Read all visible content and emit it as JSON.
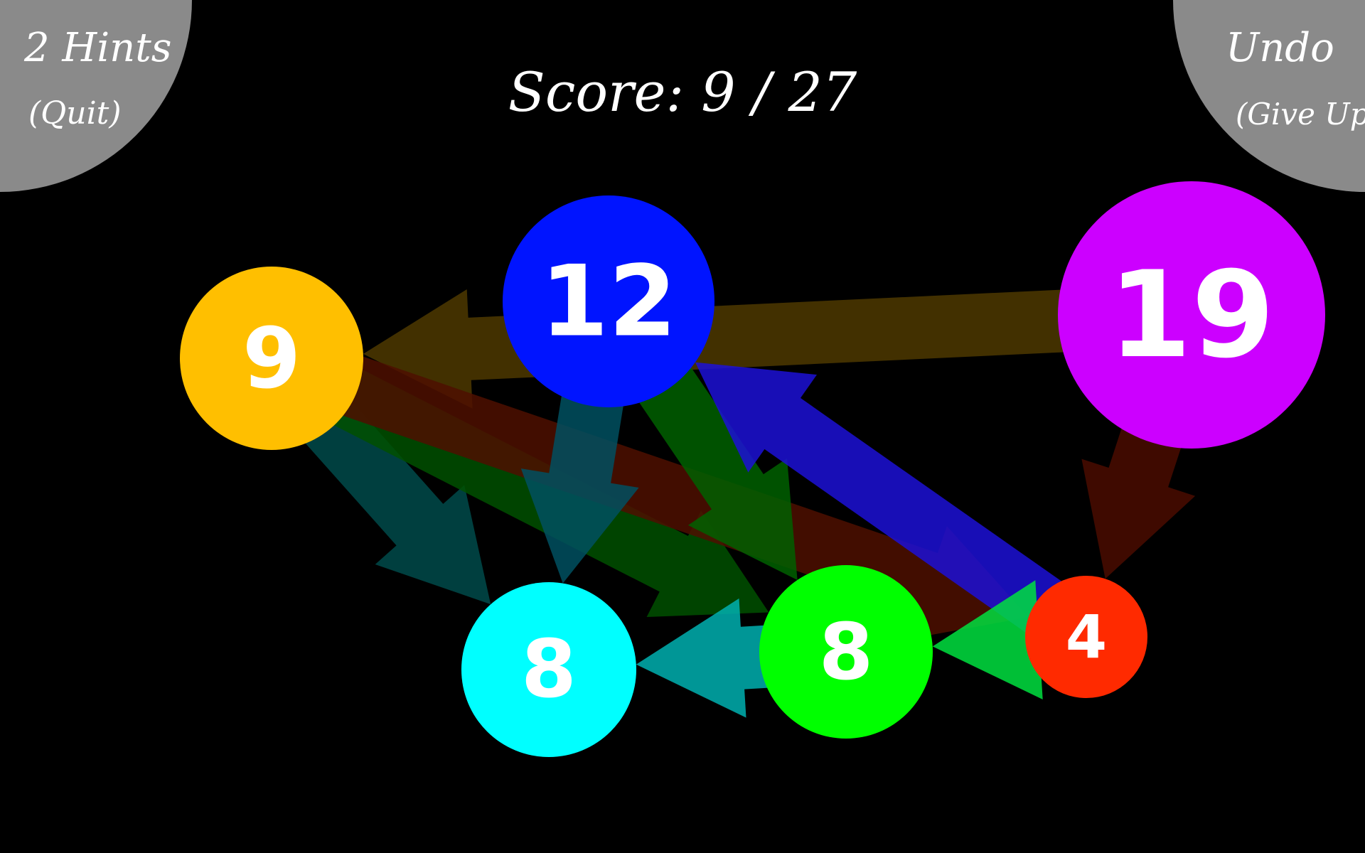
{
  "hud": {
    "hints_label": "2 Hints",
    "quit_label": "(Quit)",
    "undo_label": "Undo",
    "give_up_label": "(Give Up)",
    "score_label": "Score: 9 / 27"
  },
  "colors": {
    "background": "#000000",
    "corner_button": "#8a8a8a"
  },
  "nodes": [
    {
      "id": "yellow-9",
      "label": "9",
      "color": "#ffbf00"
    },
    {
      "id": "blue-12",
      "label": "12",
      "color": "#0014ff"
    },
    {
      "id": "purple-19",
      "label": "19",
      "color": "#cc00ff"
    },
    {
      "id": "cyan-8",
      "label": "8",
      "color": "#00ffff"
    },
    {
      "id": "green-8",
      "label": "8",
      "color": "#00ff00"
    },
    {
      "id": "red-4",
      "label": "4",
      "color": "#ff2a00"
    }
  ],
  "edges": [
    {
      "from": "purple-19",
      "to": "yellow-9",
      "color": "#4d3800"
    },
    {
      "from": "yellow-9",
      "to": "cyan-8",
      "color": "#004a4a"
    },
    {
      "from": "yellow-9",
      "to": "green-8",
      "color": "#005000"
    },
    {
      "from": "yellow-9",
      "to": "red-4",
      "color": "#4e0f00"
    },
    {
      "from": "blue-12",
      "to": "cyan-8",
      "color": "#005060"
    },
    {
      "from": "blue-12",
      "to": "green-8",
      "color": "#006000"
    },
    {
      "from": "red-4",
      "to": "blue-12",
      "color": "#1c10d6"
    },
    {
      "from": "purple-19",
      "to": "red-4",
      "color": "#4a0c00"
    },
    {
      "from": "green-8",
      "to": "cyan-8",
      "color": "#00b0b0"
    },
    {
      "from": "red-4",
      "to": "green-8",
      "color": "#00e040"
    }
  ]
}
